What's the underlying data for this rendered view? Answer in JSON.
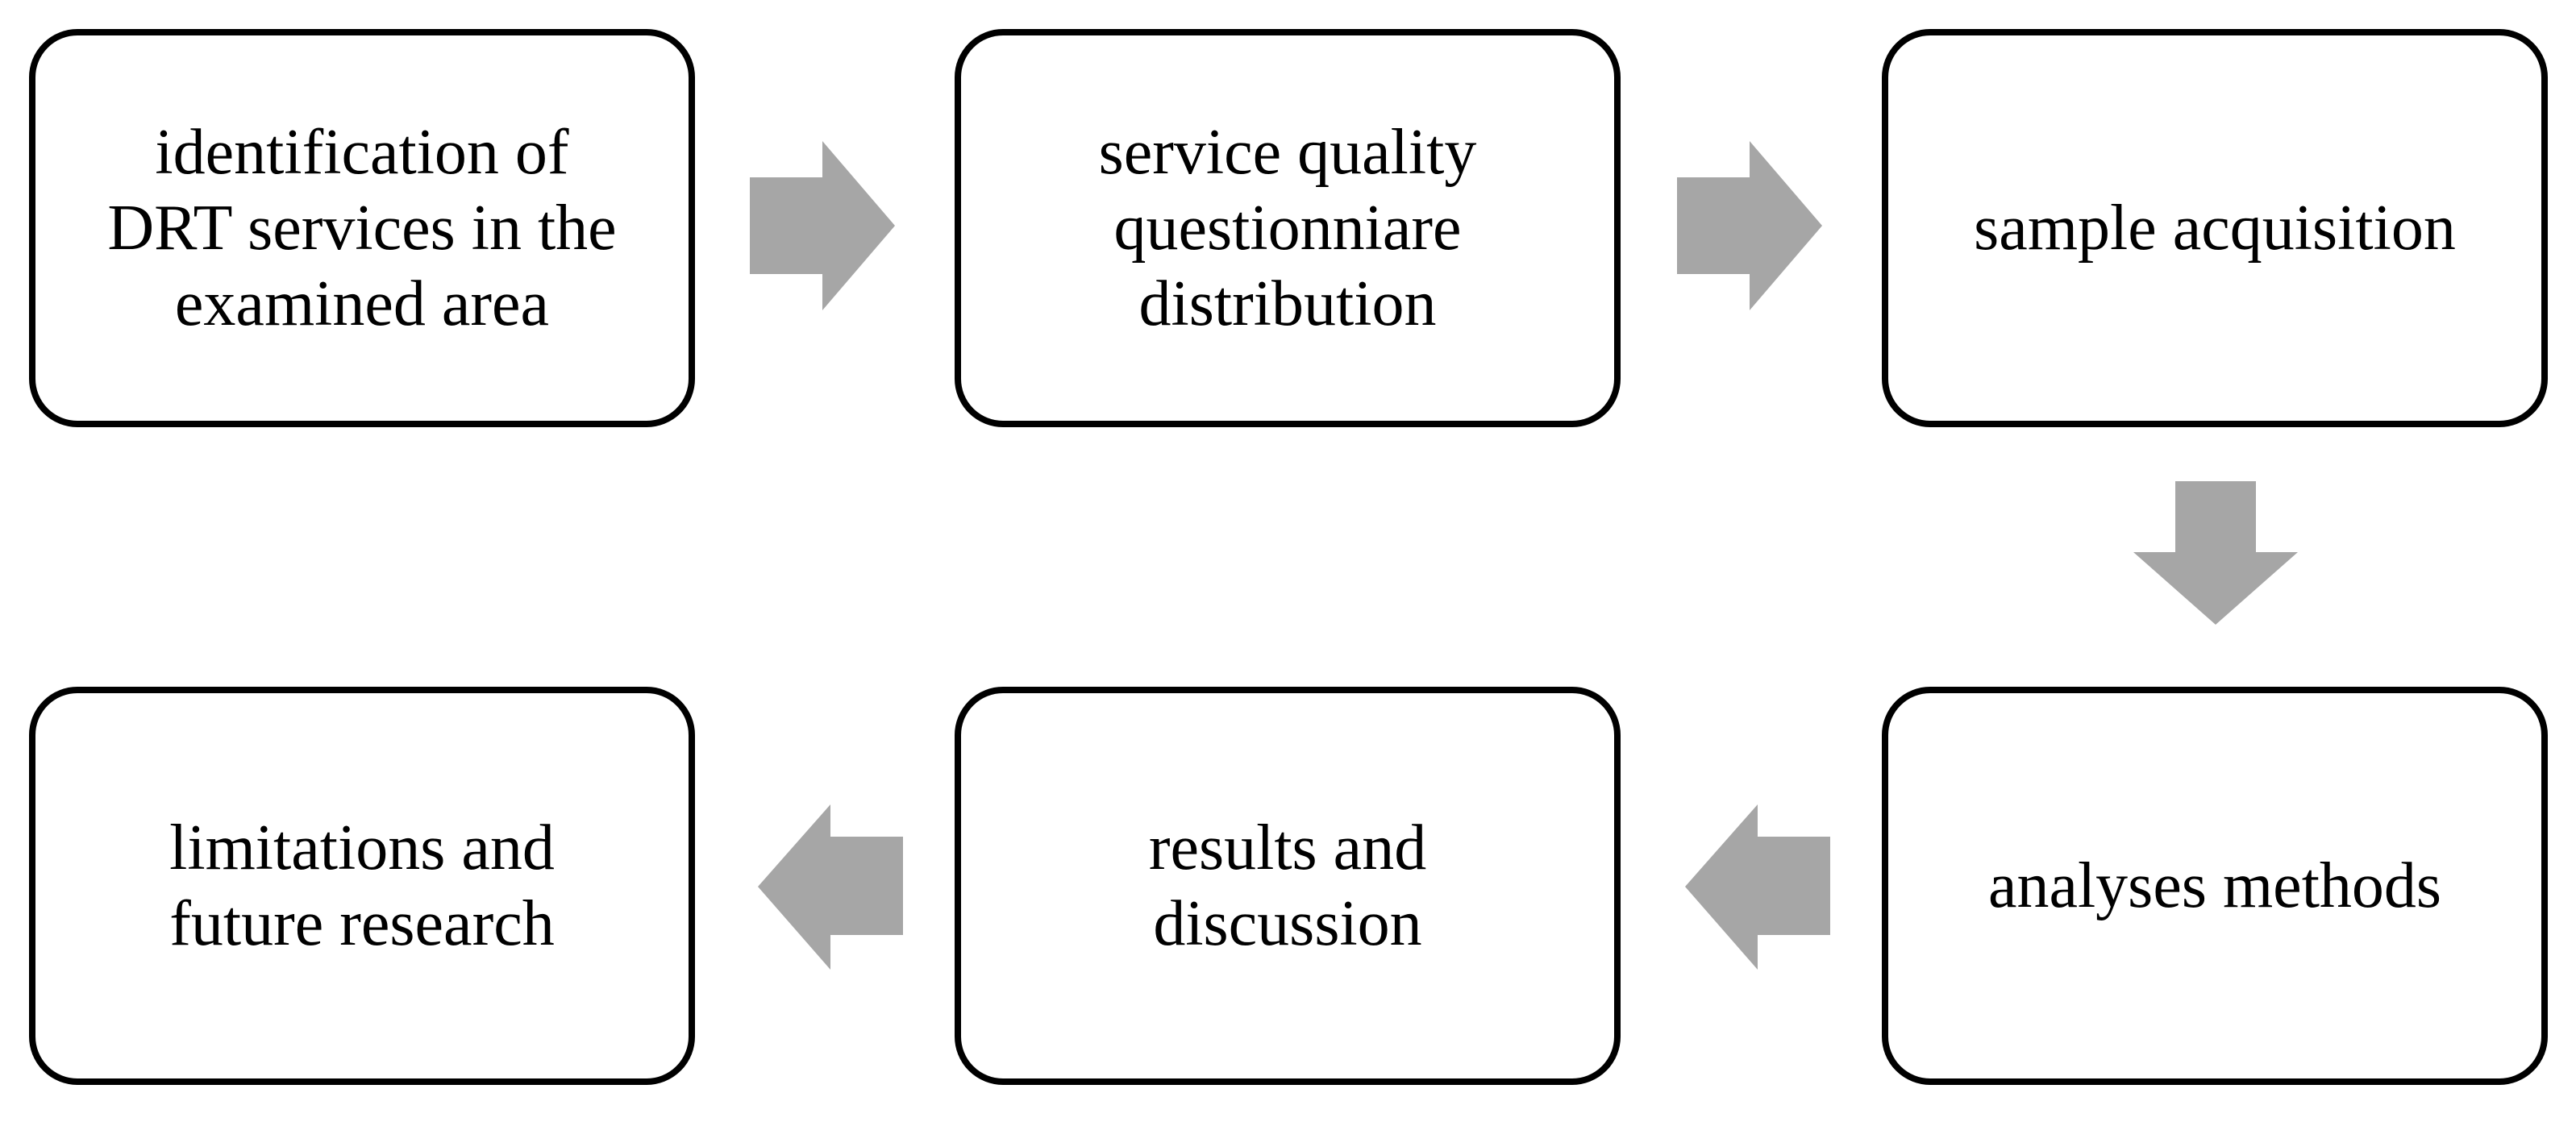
{
  "flow": {
    "steps": [
      {
        "id": "step-1",
        "label": "identification of\nDRT services in the\nexamined area"
      },
      {
        "id": "step-2",
        "label": "service quality\nquestionniare\ndistribution"
      },
      {
        "id": "step-3",
        "label": "sample acquisition"
      },
      {
        "id": "step-4",
        "label": "analyses methods"
      },
      {
        "id": "step-5",
        "label": "results and\ndiscussion"
      },
      {
        "id": "step-6",
        "label": "limitations and\nfuture research"
      }
    ],
    "arrow_color": "#a6a6a6",
    "border_color": "#000000"
  }
}
